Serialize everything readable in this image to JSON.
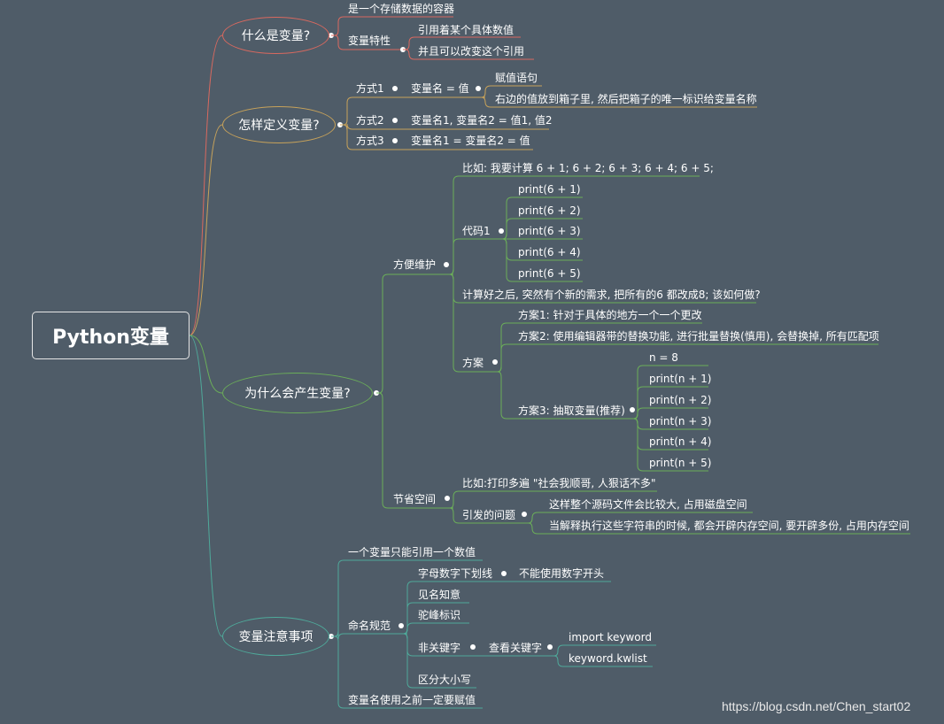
{
  "root": "Python变量",
  "colors": {
    "background": "#4f5c68",
    "branch1": "#d9695f",
    "branch2": "#c7a25a",
    "branch3": "#6bae59",
    "branch4": "#4fa99a",
    "node_dot": "#ffffff"
  },
  "b1": {
    "title": "什么是变量?",
    "item1": "是一个存储数据的容器",
    "item2": "变量特性",
    "item2a": "引用着某个具体数值",
    "item2b": "并且可以改变这个引用"
  },
  "b2": {
    "title": "怎样定义变量?",
    "m1": "方式1",
    "m1v": "变量名 = 值",
    "m1a": "赋值语句",
    "m1b": "右边的值放到箱子里, 然后把箱子的唯一标识给变量名称",
    "m2": "方式2",
    "m2v": "变量名1, 变量名2 = 值1, 值2",
    "m3": "方式3",
    "m3v": "变量名1 = 变量名2 = 值"
  },
  "b3": {
    "title": "为什么会产生变量?",
    "a": "方便维护",
    "a1": "比如: 我要计算 6 + 1; 6 + 2; 6 + 3; 6 + 4; 6 + 5;",
    "a2": "代码1",
    "code1": [
      "print(6 + 1)",
      "print(6 + 2)",
      "print(6 + 3)",
      "print(6 + 4)",
      "print(6 + 5)"
    ],
    "a3": "计算好之后, 突然有个新的需求, 把所有的6 都改成8; 该如何做?",
    "a4": "方案",
    "s1": "方案1: 针对于具体的地方一个一个更改",
    "s2": "方案2: 使用编辑器带的替换功能, 进行批量替换(慎用), 会替换掉, 所有匹配项",
    "s3": "方案3: 抽取变量(推荐)",
    "code2": [
      "n = 8",
      "print(n + 1)",
      "print(n + 2)",
      "print(n + 3)",
      "print(n + 4)",
      "print(n + 5)"
    ],
    "b": "节省空间",
    "b1": "比如:打印多遍 \"社会我顺哥, 人狠话不多\"",
    "b2": "引发的问题",
    "b2a": "这样整个源码文件会比较大, 占用磁盘空间",
    "b2b": "当解释执行这些字符串的时候, 都会开辟内存空间, 要开辟多份, 占用内存空间"
  },
  "b4": {
    "title": "变量注意事项",
    "n1": "一个变量只能引用一个数值",
    "n2": "命名规范",
    "r1": "字母数字下划线",
    "r1a": "不能使用数字开头",
    "r2": "见名知意",
    "r3": "驼峰标识",
    "r4": "非关键字",
    "r4a": "查看关键字",
    "k1": "import keyword",
    "k2": "keyword.kwlist",
    "r5": "区分大小写",
    "n3": "变量名使用之前一定要赋值"
  },
  "watermark": "https://blog.csdn.net/Chen_start02"
}
